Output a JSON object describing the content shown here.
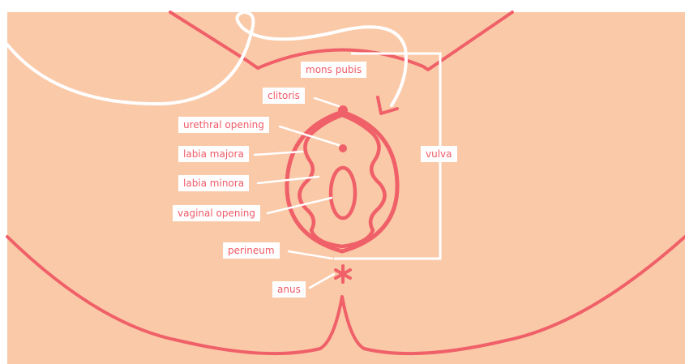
{
  "colors": {
    "background": "#fac9a8",
    "line": "#f06068",
    "white": "#ffffff",
    "label_text": "#f05a66"
  },
  "labels": {
    "mons_pubis": "mons pubis",
    "clitoris": "clitoris",
    "urethral_opening": "urethral opening",
    "labia_majora": "labia majora",
    "labia_minora": "labia minora",
    "vaginal_opening": "vaginal opening",
    "perineum": "perineum",
    "anus": "anus",
    "vulva": "vulva"
  }
}
